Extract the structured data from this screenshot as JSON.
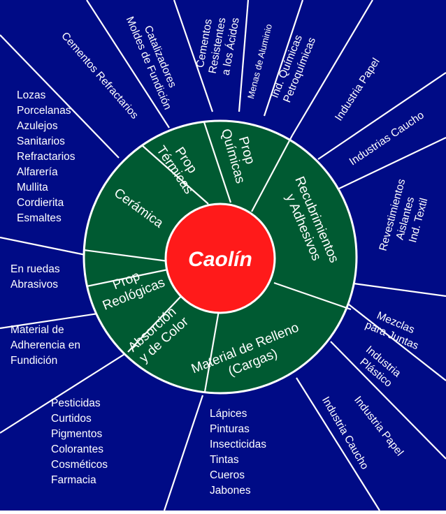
{
  "center_label": "Caolín",
  "colors": {
    "background": "#000b86",
    "ring": "#005a32",
    "center": "#ff1a1a",
    "lines": "#ffffff",
    "text": "#ffffff"
  },
  "properties": {
    "termicas": [
      "Prop",
      "Térmicas"
    ],
    "quimicas": [
      "Prop",
      "Químicas"
    ],
    "recubrimientos": [
      "Recubrimientos",
      "y Adhesivos"
    ],
    "relleno": [
      "Material de Relleno",
      "(Cargas)"
    ],
    "absorcion": [
      "Absorción",
      "y de Color"
    ],
    "reologicas": [
      "Prop",
      "Reológicas"
    ],
    "ceramica": [
      "Cerámica"
    ]
  },
  "applications": {
    "refractarios": [
      "Cementos Refractarios"
    ],
    "moldes": [
      "Catalizadores",
      "Moldes de Fundición"
    ],
    "acidos": [
      "Cementos",
      "Resistentes",
      "a los Ácidos"
    ],
    "aluminio": [
      "Menas de Aluminio"
    ],
    "petroquimicas": [
      "Ind. Químicas",
      "Petroquímicas"
    ],
    "papel_top": [
      "Industria Papel"
    ],
    "caucho_top": [
      "Industrias  Caucho"
    ],
    "textil": [
      "Revestimientos",
      "Aislantes",
      "Ind. Textil"
    ],
    "juntas": [
      "Mezclas",
      "para Juntas"
    ],
    "plastico": [
      "Industria",
      "Plástico"
    ],
    "papel_bottom": [
      "Industria Papel"
    ],
    "caucho_bottom": [
      "Industria Caucho"
    ],
    "ceramic_list": [
      "Lozas",
      "Porcelanas",
      "Azulejos",
      "Sanitarios",
      "Refractarios",
      "Alfarería",
      "Mullita",
      "Cordierita",
      "Esmaltes"
    ],
    "abrasivos": [
      "En ruedas",
      "Abrasivos"
    ],
    "adherencia": [
      "Material de",
      "Adherencia en",
      "Fundición"
    ],
    "pesticidas": [
      "Pesticidas",
      "Curtidos",
      "Pigmentos",
      "Colorantes",
      "Cosméticos",
      "Farmacia"
    ],
    "lapices": [
      "Lápices",
      "Pinturas",
      "Insecticidas",
      "Tintas",
      "Cueros",
      "Jabones"
    ]
  }
}
